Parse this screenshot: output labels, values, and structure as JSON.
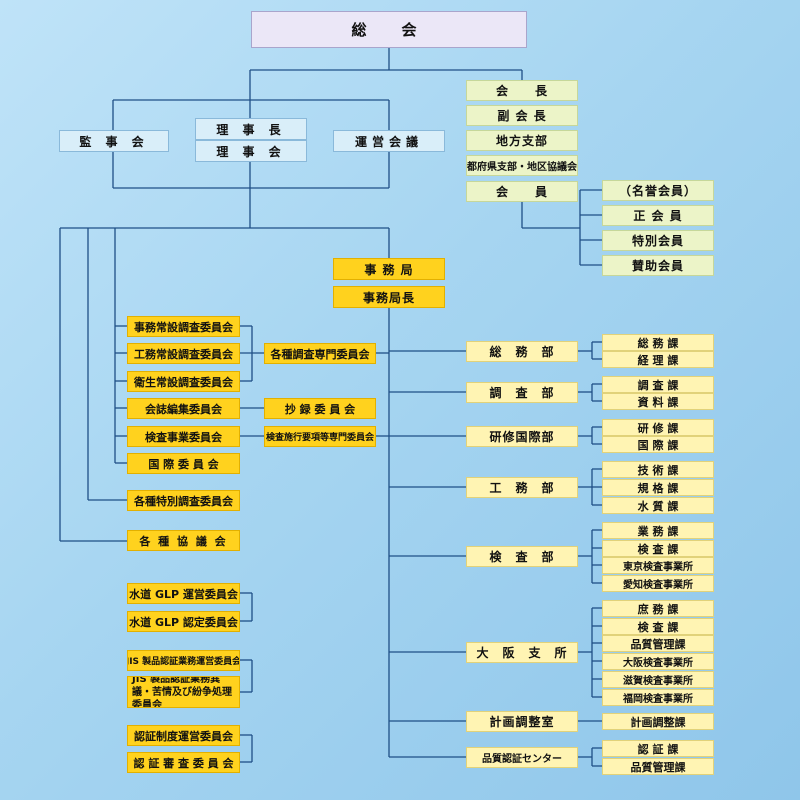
{
  "top": {
    "general_meeting": "総　会",
    "auditor": "監 事 会",
    "chairman": "理 事 長",
    "board": "理 事 会",
    "operation": "運営会議"
  },
  "members": {
    "president": "会　　長",
    "vice_president": "副 会 長",
    "regional_branch": "地方支部",
    "prefectural": "都府県支部・地区協議会",
    "members_label": "会　　員",
    "categories": [
      "（名誉会員）",
      "正 会 員",
      "特別会員",
      "賛助会員"
    ]
  },
  "secretariat": {
    "office": "事 務 局",
    "director": "事務局長"
  },
  "committees": {
    "standing": [
      "事務常設調査委員会",
      "工務常設調査委員会",
      "衛生常設調査委員会"
    ],
    "special_expert": "各種調査専門委員会",
    "journal": "会誌編集委員会",
    "extract": "抄 録 委 員 会",
    "inspection": "検査事業委員会",
    "inspection_expert": "検査施行要項等専門委員会",
    "international": "国 際 委 員 会",
    "special_survey": "各種特別調査委員会",
    "councils": "各 種 協 議 会",
    "glp_operation": "水道 GLP 運営委員会",
    "glp_cert": "水道 GLP 認定委員会",
    "jis_operation": "JIS 製品認証業務運営委員会",
    "jis_appeal": "JIS 製品認証業務異議・苦情及び紛争処理委員会",
    "cert_operation": "認証制度運営委員会",
    "cert_review": "認 証 審 査 委 員 会"
  },
  "departments": [
    {
      "name": "総　務　部",
      "sections": [
        "総 務 課",
        "経 理 課"
      ]
    },
    {
      "name": "調　査　部",
      "sections": [
        "調 査 課",
        "資 料 課"
      ]
    },
    {
      "name": "研修国際部",
      "sections": [
        "研 修 課",
        "国 際 課"
      ]
    },
    {
      "name": "工　務　部",
      "sections": [
        "技 術 課",
        "規 格 課",
        "水 質 課"
      ]
    },
    {
      "name": "検　査　部",
      "sections": [
        "業 務 課",
        "検 査 課",
        "東京検査事業所",
        "愛知検査事業所"
      ]
    },
    {
      "name": "大　阪　支　所",
      "sections": [
        "庶 務 課",
        "検 査 課",
        "品質管理課",
        "大阪検査事業所",
        "滋賀検査事業所",
        "福岡検査事業所"
      ]
    },
    {
      "name": "計画調整室",
      "sections": [
        "計画調整課"
      ]
    },
    {
      "name": "品質認証センター",
      "sections": [
        "認 証 課",
        "品質管理課"
      ]
    }
  ]
}
